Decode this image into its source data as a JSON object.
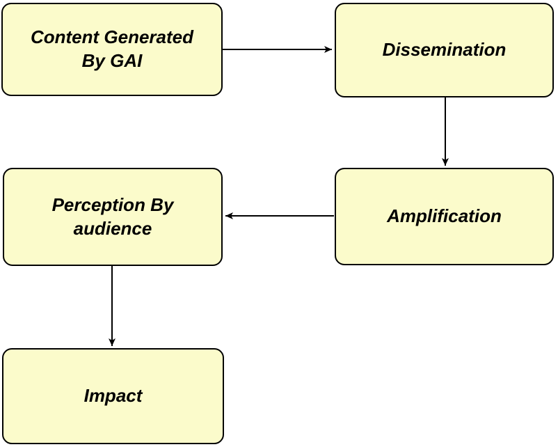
{
  "diagram": {
    "type": "flowchart",
    "background_color": "#ffffff",
    "node_fill_color": "#fbfbcb",
    "node_border_color": "#000000",
    "text_color": "#000000",
    "arrow_color": "#000000",
    "nodes": [
      {
        "id": "content-gai",
        "label": "Content Generated By GAI"
      },
      {
        "id": "dissemination",
        "label": "Dissemination"
      },
      {
        "id": "amplification",
        "label": "Amplification"
      },
      {
        "id": "perception",
        "label": "Perception By audience"
      },
      {
        "id": "impact",
        "label": "Impact"
      }
    ],
    "edges": [
      {
        "from": "content-gai",
        "to": "dissemination",
        "direction": "right"
      },
      {
        "from": "dissemination",
        "to": "amplification",
        "direction": "down"
      },
      {
        "from": "amplification",
        "to": "perception",
        "direction": "left"
      },
      {
        "from": "perception",
        "to": "impact",
        "direction": "down"
      }
    ]
  }
}
